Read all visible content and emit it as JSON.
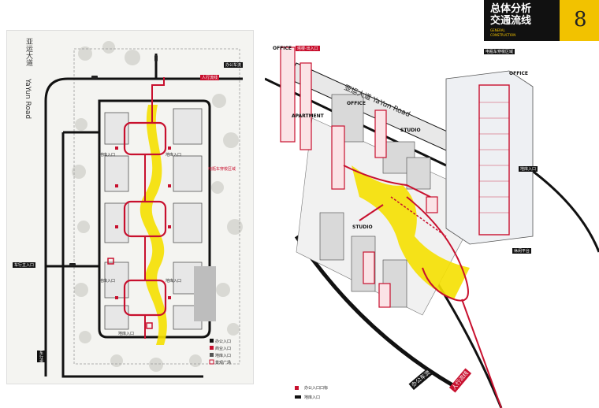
{
  "header": {
    "title_line1": "总体分析",
    "title_line2": "交通流线",
    "subtitle_line1": "GENERAL",
    "subtitle_line2": "CONSTRUCTION",
    "page_number": "8",
    "accent_color": "#f2c200"
  },
  "plan": {
    "road_north": "亚运大道",
    "road_west": "YaYun Road",
    "office_flow": "办公车流",
    "pedestrian_flow": "人行流线",
    "vehicle_entrance": "车行主入口",
    "garage_labels": [
      "地库入口",
      "地库入口",
      "地库入口",
      "地库入口",
      "地库入口"
    ],
    "ebike_zone": "电瓶车穿梭区域",
    "left_road_label": "车行道",
    "legend": [
      "办公入口",
      "商业入口",
      "地库入口",
      "景观广场"
    ]
  },
  "axo": {
    "labels": {
      "office_tl": "OFFICE",
      "office_tl_tag": "塔楼·出入口",
      "office_mid": "OFFICE",
      "apartment": "APARTMENT",
      "studio_top": "STUDIO",
      "studio_mid": "STUDIO",
      "office_right": "OFFICE",
      "road": "亚运大道 YaYun Road",
      "ebike_zone": "电瓶车穿梭区域",
      "garage": "地库入口",
      "platform": "休闲平台",
      "office_flow": "办公车流",
      "pedestrian_flow": "人行流线"
    },
    "legend": [
      "办公入口口标",
      "地库入口"
    ]
  },
  "colors": {
    "red": "#c8102e",
    "yellow": "#f5e000",
    "road": "#111111"
  }
}
